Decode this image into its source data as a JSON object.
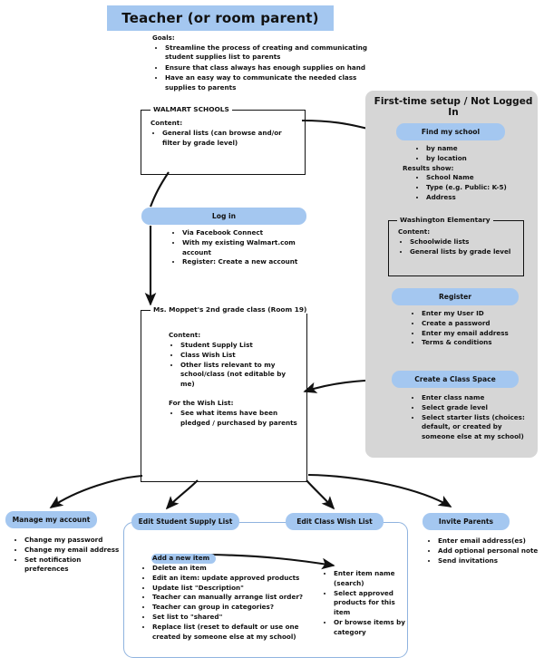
{
  "page": {
    "title": "Teacher (or room parent)",
    "accent_blue": "#A4C7F0",
    "panel_gray": "#D6D6D6",
    "line_color": "#111111"
  },
  "goals": {
    "label": "Goals:",
    "items": [
      "Streamline the process of creating and communicating student supplies list to parents",
      "Ensure that class always has enough supplies on hand",
      "Have an easy way to communicate the needed class supplies to parents"
    ]
  },
  "walmart_schools": {
    "label": "WALMART SCHOOLS",
    "content_heading": "Content:",
    "items": [
      "General lists (can browse and/or filter by grade level)"
    ]
  },
  "log_in": {
    "label": "Log in",
    "items": [
      "Via Facebook Connect",
      "With my existing Walmart.com account",
      "Register: Create a new account"
    ]
  },
  "class_box": {
    "label": "Ms. Moppet's 2nd grade class (Room 19)",
    "content_heading": "Content:",
    "content_items": [
      "Student Supply List",
      "Class Wish List",
      "Other lists relevant to my school/class (not editable by me)"
    ],
    "wish_heading": "For the Wish List:",
    "wish_items": [
      "See what items have been pledged / purchased by parents"
    ]
  },
  "setup_panel": {
    "title": "First-time setup / Not Logged In",
    "find_my_school": {
      "label": "Find my school",
      "items": [
        "by name",
        "by location"
      ],
      "results_heading": "Results show:",
      "results_items": [
        "School Name",
        "Type (e.g. Public: K-5)",
        "Address"
      ]
    },
    "school_box": {
      "label": "Washington Elementary",
      "content_heading": "Content:",
      "items": [
        "Schoolwide lists",
        "General lists by grade level"
      ]
    },
    "register": {
      "label": "Register",
      "items": [
        "Enter my User ID",
        "Create a password",
        "Enter my email address",
        "Terms & conditions"
      ]
    },
    "create_class_space": {
      "label": "Create a Class Space",
      "items": [
        "Enter class name",
        "Select grade level",
        "Select starter lists (choices: default, or created by someone else at my school)"
      ]
    }
  },
  "manage_account": {
    "label": "Manage my account",
    "items": [
      "Change my password",
      "Change my email address",
      "Set notification preferences"
    ]
  },
  "edit_supply_list": {
    "label": "Edit Student Supply List",
    "items": [
      "Add a new item",
      "Delete an item",
      "Edit an item: update approved products",
      "Update list \"Description\"",
      "Teacher can manually arrange list order?",
      "Teacher can group in categories?",
      "Set list to \"shared\"",
      "Replace list (reset to default or use one created by someone else at my school)"
    ],
    "highlighted_index": 0
  },
  "edit_wish_list": {
    "label": "Edit Class Wish List",
    "items": [
      "Enter item name (search)",
      "Select approved products for this item",
      "Or browse items by category"
    ]
  },
  "invite_parents": {
    "label": "Invite Parents",
    "items": [
      "Enter email address(es)",
      "Add optional personal note",
      "Send invitations"
    ]
  }
}
